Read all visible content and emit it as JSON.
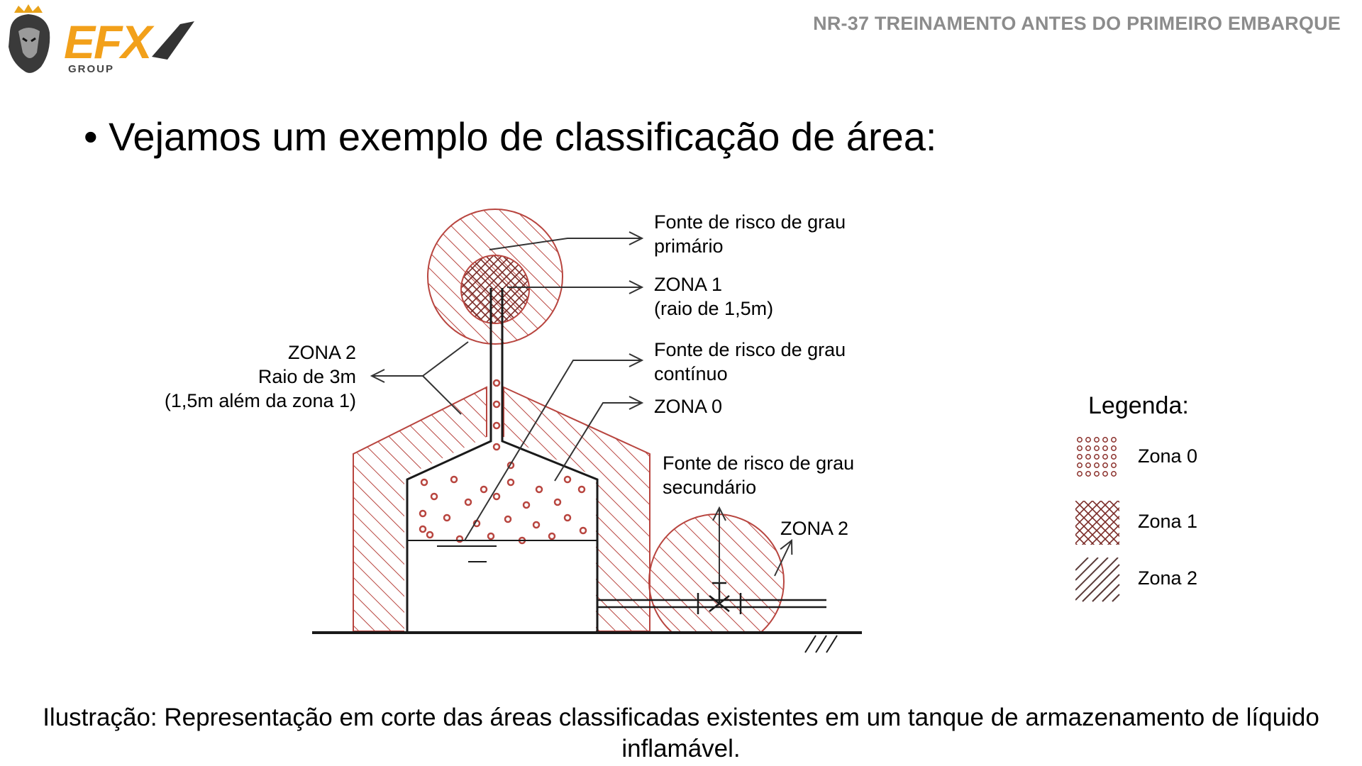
{
  "header": {
    "logo_main": "EFX",
    "logo_sub": "GROUP",
    "title": "NR-37 TREINAMENTO ANTES DO PRIMEIRO EMBARQUE"
  },
  "slide": {
    "bullet": "• Vejamos um exemplo de classificação de área:"
  },
  "diagram": {
    "labels": {
      "primary_source": [
        "Fonte de risco de grau",
        "primário"
      ],
      "zone1": [
        "ZONA 1",
        "(raio de 1,5m)"
      ],
      "continuous_source": [
        "Fonte de risco de grau",
        "contínuo"
      ],
      "zone0": [
        "ZONA 0"
      ],
      "zone2_left": [
        "ZONA 2",
        "Raio de 3m",
        "(1,5m além da zona 1)"
      ],
      "secondary_source": [
        "Fonte de risco de grau",
        "secundário"
      ],
      "zone2_right": [
        "ZONA 2"
      ]
    },
    "colors": {
      "hatch": "#b8453f",
      "dots": "#b8453f",
      "lines": "#1a1a1a"
    }
  },
  "legend": {
    "title": "Legenda:",
    "items": [
      {
        "label": "Zona 0",
        "pattern": "dots"
      },
      {
        "label": "Zona 1",
        "pattern": "crosshatch"
      },
      {
        "label": "Zona 2",
        "pattern": "hatch"
      }
    ]
  },
  "caption": {
    "line1": "Ilustração: Representação em corte das áreas classificadas existentes em um tanque de armazenamento de líquido",
    "line2": "inflamável."
  }
}
